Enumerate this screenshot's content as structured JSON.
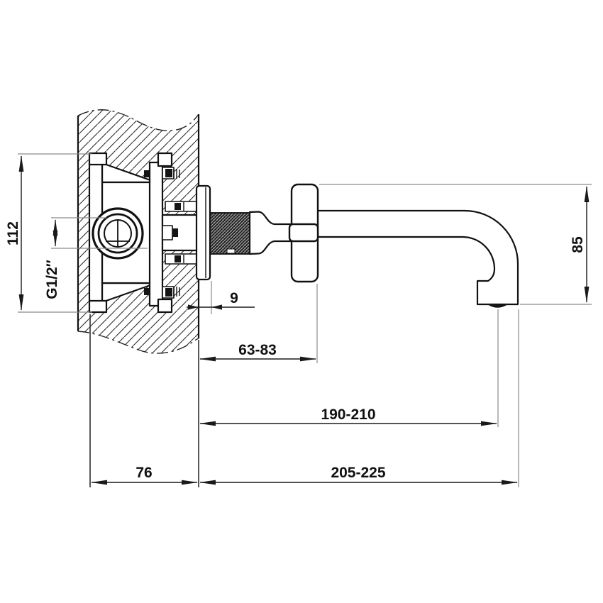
{
  "meta": {
    "type": "technical-installation-drawing",
    "subject": "Wall-mounted basin mixer with cross handle and spout, side section",
    "units": "mm",
    "background": "#ffffff",
    "line_color": "#111111",
    "dimension_color": "#1a1a1a",
    "extension_color": "#8a8a8a"
  },
  "dimensions": {
    "valve_height": {
      "label": "112",
      "orientation": "vertical",
      "meaning": "in-wall valve flange height"
    },
    "inlet_thread": {
      "label": "G1/2″",
      "orientation": "vertical",
      "meaning": "inlet connection thread"
    },
    "escutcheon_depth": {
      "label": "9",
      "orientation": "horizontal",
      "meaning": "escutcheon projection from wall"
    },
    "wall_to_handle": {
      "label": "63-83",
      "orientation": "horizontal",
      "meaning": "wall face to handle"
    },
    "wall_to_outlet": {
      "label": "190-210",
      "orientation": "horizontal",
      "meaning": "wall face to outlet centre"
    },
    "built_in_depth": {
      "label": "76",
      "orientation": "horizontal",
      "meaning": "built-in valve depth"
    },
    "wall_to_spout_end": {
      "label": "205-225",
      "orientation": "horizontal",
      "meaning": "wall face to spout end"
    },
    "spout_drop_height": {
      "label": "85",
      "orientation": "vertical",
      "meaning": "spout drop height"
    }
  }
}
